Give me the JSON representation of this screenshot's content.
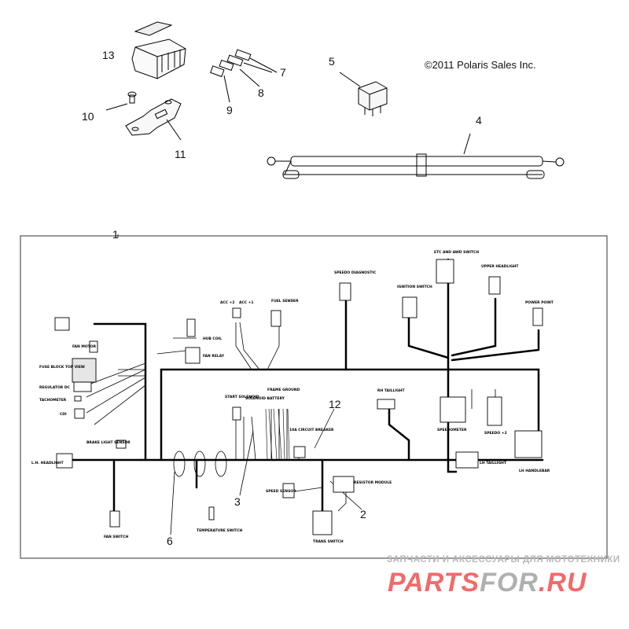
{
  "copyright": "©2011 Polaris Sales Inc.",
  "callouts": {
    "c1": "1",
    "c2": "2",
    "c3": "3",
    "c4": "4",
    "c5": "5",
    "c6": "6",
    "c7": "7",
    "c8": "8",
    "c9": "9",
    "c10": "10",
    "c11": "11",
    "c12": "12",
    "c13": "13"
  },
  "connectors": {
    "speedo_diagnostic": "SPEEDO DIAGNOSTIC",
    "etc_awd_switch": "ETC AND AWD SWITCH",
    "upper_headlight": "UPPER HEADLIGHT",
    "ignition_switch": "IGNITION SWITCH",
    "power_point": "POWER POINT",
    "acc2": "ACC +2",
    "acc1": "ACC +1",
    "fuel_sender": "FUEL SENDER",
    "hub_coil": "HUB COIL",
    "fan_relay": "FAN RELAY",
    "fan_motor": "FAN MOTOR",
    "fuse_block": "FUSE BLOCK TOP VIEW",
    "regulator": "REGULATOR DC",
    "tachometer": "TACHOMETER",
    "cdi": "CDI",
    "brake_light": "BRAKE LIGHT SENSOR",
    "lh_headlight": "L.H. HEADLIGHT",
    "fan_switch": "FAN SWITCH",
    "temp_switch": "TEMPERATURE SWITCH",
    "start_solenoid": "START SOLENOID",
    "solenoid_battery": "SOLENOID BATTERY",
    "frame_ground": "FRAME GROUND",
    "circuit_breaker": "10A CIRCUIT BREAKER",
    "speed_sensor": "SPEED SENSOR",
    "resistor_module": "RESISTOR MODULE",
    "trans_switch": "TRANS SWITCH",
    "rh_taillight": "RH TAILLIGHT",
    "speedometer": "SPEEDOMETER",
    "speedo2": "SPEEDO +2",
    "lh_taillight": "LH TAILLIGHT",
    "lh_handlebar": "LH HANDLEBAR"
  },
  "watermark": {
    "top": "ЗАПЧАСТИ И АКСЕССУАРЫ ДЛЯ МОТОТЕХНИКИ",
    "logo_a": "PARTS",
    "logo_b": "FOR",
    "logo_c": ".RU"
  }
}
